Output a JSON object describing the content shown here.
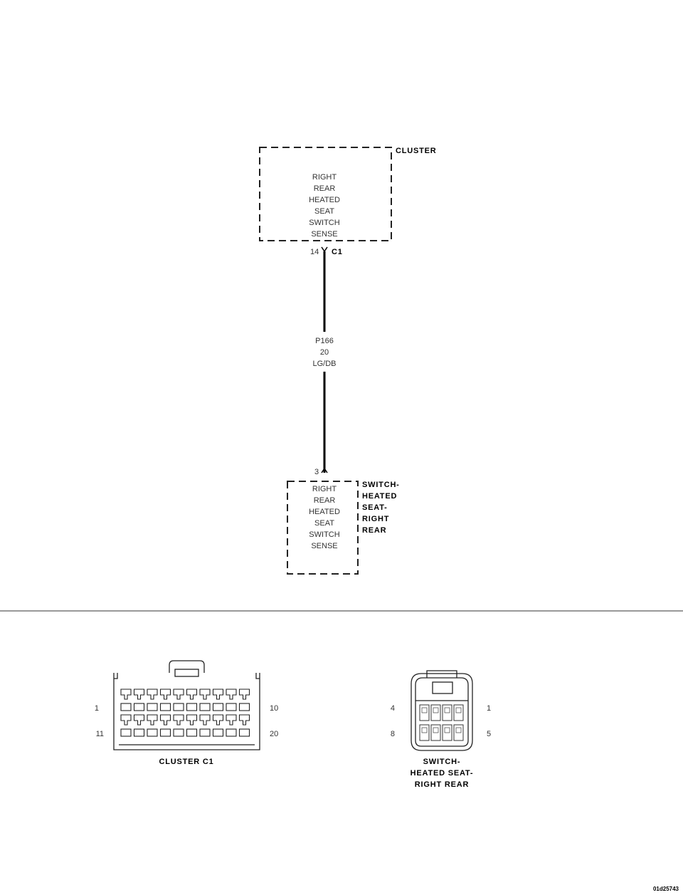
{
  "schematic": {
    "cluster": {
      "name": "CLUSTER",
      "function_lines": [
        "RIGHT",
        "REAR",
        "HEATED",
        "SEAT",
        "SWITCH",
        "SENSE"
      ],
      "pin": "14",
      "connector": "C1"
    },
    "wire": {
      "circuit": "P166",
      "gauge": "20",
      "color": "LG/DB"
    },
    "switch": {
      "name_lines": [
        "SWITCH-",
        "HEATED",
        "SEAT-",
        "RIGHT",
        "REAR"
      ],
      "function_lines": [
        "RIGHT",
        "REAR",
        "HEATED",
        "SEAT",
        "SWITCH",
        "SENSE"
      ],
      "pin": "3"
    }
  },
  "connector_views": {
    "cluster_c1": {
      "title": "CLUSTER C1",
      "pin_labels": {
        "top_left": "1",
        "top_right": "10",
        "bottom_left": "11",
        "bottom_right": "20"
      },
      "cavity_rows": 2,
      "cavities_per_row": 10
    },
    "switch": {
      "title_lines": [
        "SWITCH-",
        "HEATED SEAT-",
        "RIGHT REAR"
      ],
      "pin_labels": {
        "top_left": "4",
        "top_right": "1",
        "bottom_left": "8",
        "bottom_right": "5"
      },
      "cavity_rows": 2,
      "cavities_per_row": 4
    }
  },
  "footer": {
    "figure_id": "01d25743"
  }
}
